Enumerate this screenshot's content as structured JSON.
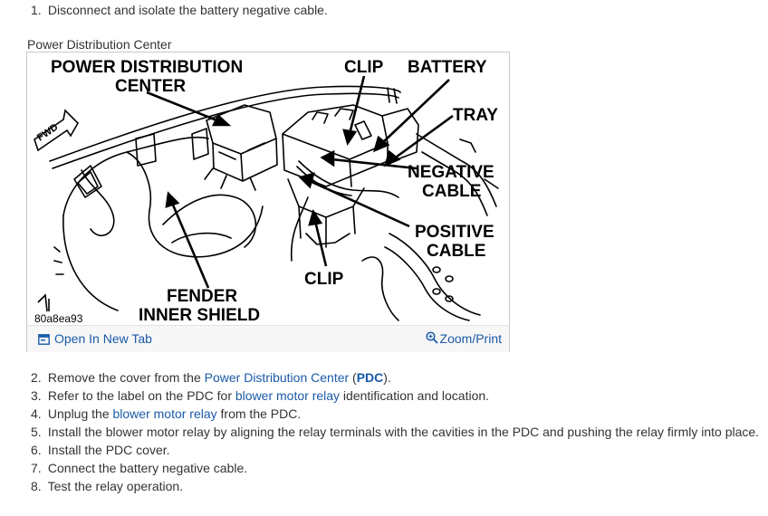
{
  "steps_top": [
    {
      "num": "1.",
      "text": "Disconnect and isolate the battery negative cable."
    }
  ],
  "figure": {
    "caption": "Power Distribution Center",
    "labels": {
      "pdc_line1": "POWER DISTRIBUTION",
      "pdc_line2": "CENTER",
      "clip_top": "CLIP",
      "battery": "BATTERY",
      "tray": "TRAY",
      "neg_line1": "NEGATIVE",
      "neg_line2": "CABLE",
      "pos_line1": "POSITIVE",
      "pos_line2": "CABLE",
      "clip_bottom": "CLIP",
      "fender_line1": "FENDER",
      "fender_line2": "INNER SHIELD",
      "fwd": "FWD",
      "code": "80a8ea93"
    },
    "open_tab_label": "Open In New Tab",
    "zoom_print_label": "Zoom/Print"
  },
  "steps": {
    "s2": {
      "num": "2.",
      "pre": "Remove the cover from the ",
      "link": "Power Distribution Center",
      "mid": " (",
      "bold": "PDC",
      "post": ")."
    },
    "s3": {
      "num": "3.",
      "pre": "Refer to the label on the PDC for ",
      "link": "blower motor relay",
      "post": " identification and location."
    },
    "s4": {
      "num": "4.",
      "pre": "Unplug the ",
      "link": "blower motor relay",
      "post": " from the PDC."
    },
    "s5": {
      "num": "5.",
      "text": "Install the blower motor relay by aligning the relay terminals with the cavities in the PDC and pushing the relay firmly into place."
    },
    "s6": {
      "num": "6.",
      "text": "Install the PDC cover."
    },
    "s7": {
      "num": "7.",
      "text": "Connect the battery negative cable."
    },
    "s8": {
      "num": "8.",
      "text": "Test the relay operation."
    }
  },
  "colors": {
    "link": "#1a5aa8",
    "text": "#333333",
    "border": "#c9c9c9"
  },
  "icons": [
    "open-in-new-tab-icon",
    "zoom-icon"
  ]
}
